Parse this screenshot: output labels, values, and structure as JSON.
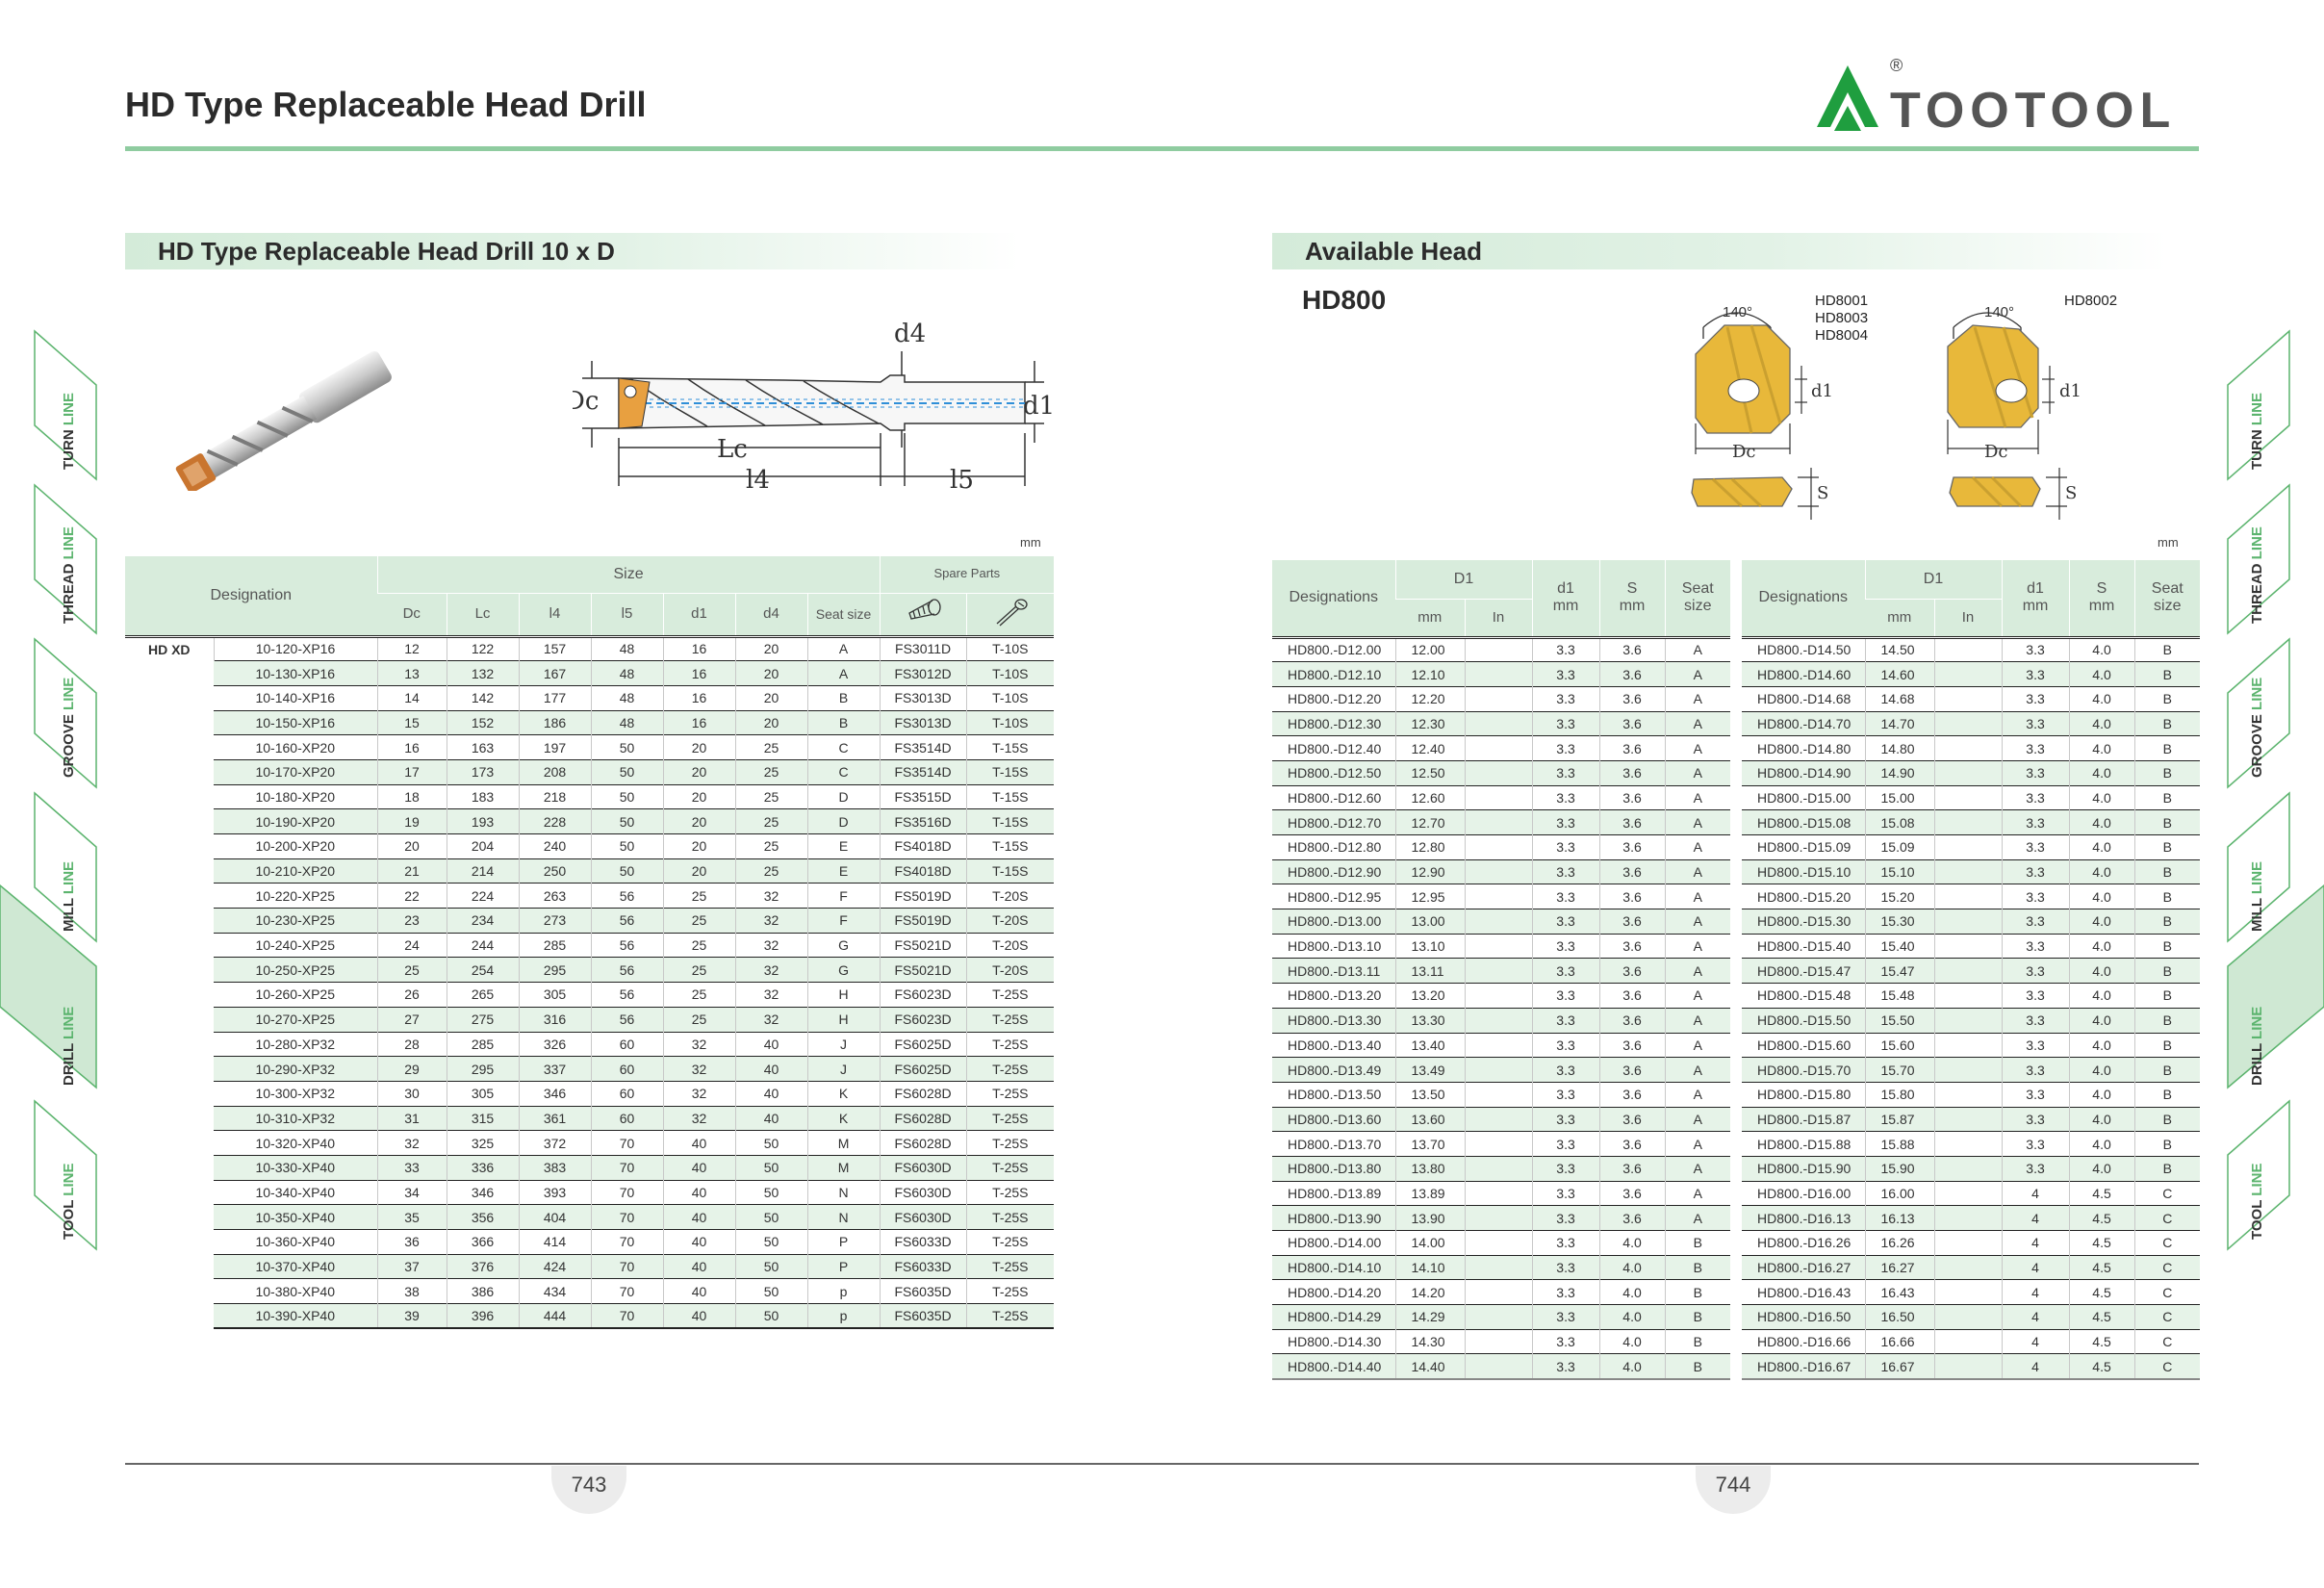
{
  "header": {
    "title": "HD Type Replaceable Head Drill",
    "logo_text": "TOOTOOL",
    "registered": "®"
  },
  "left": {
    "section_title": "HD Type Replaceable Head Drill 10 x D",
    "unit": "mm",
    "diagram_labels": {
      "d4": "d4",
      "dc": "Dc",
      "d1": "d1",
      "lc": "Lc",
      "l4": "l4",
      "l5": "l5"
    },
    "table": {
      "headers": {
        "designation": "Designation",
        "size": "Size",
        "spare": "Spare Parts",
        "cols": [
          "Dc",
          "Lc",
          "l4",
          "l5",
          "d1",
          "d4",
          "Seat size"
        ]
      },
      "group_label": "HD XD",
      "rows": [
        [
          "10-120-XP16",
          "12",
          "122",
          "157",
          "48",
          "16",
          "20",
          "A",
          "FS3011D",
          "T-10S"
        ],
        [
          "10-130-XP16",
          "13",
          "132",
          "167",
          "48",
          "16",
          "20",
          "A",
          "FS3012D",
          "T-10S"
        ],
        [
          "10-140-XP16",
          "14",
          "142",
          "177",
          "48",
          "16",
          "20",
          "B",
          "FS3013D",
          "T-10S"
        ],
        [
          "10-150-XP16",
          "15",
          "152",
          "186",
          "48",
          "16",
          "20",
          "B",
          "FS3013D",
          "T-10S"
        ],
        [
          "10-160-XP20",
          "16",
          "163",
          "197",
          "50",
          "20",
          "25",
          "C",
          "FS3514D",
          "T-15S"
        ],
        [
          "10-170-XP20",
          "17",
          "173",
          "208",
          "50",
          "20",
          "25",
          "C",
          "FS3514D",
          "T-15S"
        ],
        [
          "10-180-XP20",
          "18",
          "183",
          "218",
          "50",
          "20",
          "25",
          "D",
          "FS3515D",
          "T-15S"
        ],
        [
          "10-190-XP20",
          "19",
          "193",
          "228",
          "50",
          "20",
          "25",
          "D",
          "FS3516D",
          "T-15S"
        ],
        [
          "10-200-XP20",
          "20",
          "204",
          "240",
          "50",
          "20",
          "25",
          "E",
          "FS4018D",
          "T-15S"
        ],
        [
          "10-210-XP20",
          "21",
          "214",
          "250",
          "50",
          "20",
          "25",
          "E",
          "FS4018D",
          "T-15S"
        ],
        [
          "10-220-XP25",
          "22",
          "224",
          "263",
          "56",
          "25",
          "32",
          "F",
          "FS5019D",
          "T-20S"
        ],
        [
          "10-230-XP25",
          "23",
          "234",
          "273",
          "56",
          "25",
          "32",
          "F",
          "FS5019D",
          "T-20S"
        ],
        [
          "10-240-XP25",
          "24",
          "244",
          "285",
          "56",
          "25",
          "32",
          "G",
          "FS5021D",
          "T-20S"
        ],
        [
          "10-250-XP25",
          "25",
          "254",
          "295",
          "56",
          "25",
          "32",
          "G",
          "FS5021D",
          "T-20S"
        ],
        [
          "10-260-XP25",
          "26",
          "265",
          "305",
          "56",
          "25",
          "32",
          "H",
          "FS6023D",
          "T-25S"
        ],
        [
          "10-270-XP25",
          "27",
          "275",
          "316",
          "56",
          "25",
          "32",
          "H",
          "FS6023D",
          "T-25S"
        ],
        [
          "10-280-XP32",
          "28",
          "285",
          "326",
          "60",
          "32",
          "40",
          "J",
          "FS6025D",
          "T-25S"
        ],
        [
          "10-290-XP32",
          "29",
          "295",
          "337",
          "60",
          "32",
          "40",
          "J",
          "FS6025D",
          "T-25S"
        ],
        [
          "10-300-XP32",
          "30",
          "305",
          "346",
          "60",
          "32",
          "40",
          "K",
          "FS6028D",
          "T-25S"
        ],
        [
          "10-310-XP32",
          "31",
          "315",
          "361",
          "60",
          "32",
          "40",
          "K",
          "FS6028D",
          "T-25S"
        ],
        [
          "10-320-XP40",
          "32",
          "325",
          "372",
          "70",
          "40",
          "50",
          "M",
          "FS6028D",
          "T-25S"
        ],
        [
          "10-330-XP40",
          "33",
          "336",
          "383",
          "70",
          "40",
          "50",
          "M",
          "FS6030D",
          "T-25S"
        ],
        [
          "10-340-XP40",
          "34",
          "346",
          "393",
          "70",
          "40",
          "50",
          "N",
          "FS6030D",
          "T-25S"
        ],
        [
          "10-350-XP40",
          "35",
          "356",
          "404",
          "70",
          "40",
          "50",
          "N",
          "FS6030D",
          "T-25S"
        ],
        [
          "10-360-XP40",
          "36",
          "366",
          "414",
          "70",
          "40",
          "50",
          "P",
          "FS6033D",
          "T-25S"
        ],
        [
          "10-370-XP40",
          "37",
          "376",
          "424",
          "70",
          "40",
          "50",
          "P",
          "FS6033D",
          "T-25S"
        ],
        [
          "10-380-XP40",
          "38",
          "386",
          "434",
          "70",
          "40",
          "50",
          "p",
          "FS6035D",
          "T-25S"
        ],
        [
          "10-390-XP40",
          "39",
          "396",
          "444",
          "70",
          "40",
          "50",
          "p",
          "FS6035D",
          "T-25S"
        ]
      ]
    },
    "page_number": "743"
  },
  "right": {
    "section_title": "Available Head",
    "sub_title": "HD800",
    "unit": "mm",
    "head1": {
      "models": [
        "HD8001",
        "HD8003",
        "HD8004"
      ],
      "angle": "140°",
      "d1": "d1",
      "dc": "Dc",
      "s": "S"
    },
    "head2": {
      "models": [
        "HD8002"
      ],
      "angle": "140°",
      "d1": "d1",
      "dc": "Dc",
      "s": "S"
    },
    "table_headers": {
      "designations": "Designations",
      "d1_group": "D1",
      "mm": "mm",
      "in": "In",
      "d1": "d1",
      "s": "S",
      "seat": "Seat",
      "size": "size",
      "unit_mm": "mm"
    },
    "table_a": [
      [
        "HD800.-D12.00",
        "12.00",
        "",
        "3.3",
        "3.6",
        "A"
      ],
      [
        "HD800.-D12.10",
        "12.10",
        "",
        "3.3",
        "3.6",
        "A"
      ],
      [
        "HD800.-D12.20",
        "12.20",
        "",
        "3.3",
        "3.6",
        "A"
      ],
      [
        "HD800.-D12.30",
        "12.30",
        "",
        "3.3",
        "3.6",
        "A"
      ],
      [
        "HD800.-D12.40",
        "12.40",
        "",
        "3.3",
        "3.6",
        "A"
      ],
      [
        "HD800.-D12.50",
        "12.50",
        "",
        "3.3",
        "3.6",
        "A"
      ],
      [
        "HD800.-D12.60",
        "12.60",
        "",
        "3.3",
        "3.6",
        "A"
      ],
      [
        "HD800.-D12.70",
        "12.70",
        "",
        "3.3",
        "3.6",
        "A"
      ],
      [
        "HD800.-D12.80",
        "12.80",
        "",
        "3.3",
        "3.6",
        "A"
      ],
      [
        "HD800.-D12.90",
        "12.90",
        "",
        "3.3",
        "3.6",
        "A"
      ],
      [
        "HD800.-D12.95",
        "12.95",
        "",
        "3.3",
        "3.6",
        "A"
      ],
      [
        "HD800.-D13.00",
        "13.00",
        "",
        "3.3",
        "3.6",
        "A"
      ],
      [
        "HD800.-D13.10",
        "13.10",
        "",
        "3.3",
        "3.6",
        "A"
      ],
      [
        "HD800.-D13.11",
        "13.11",
        "",
        "3.3",
        "3.6",
        "A"
      ],
      [
        "HD800.-D13.20",
        "13.20",
        "",
        "3.3",
        "3.6",
        "A"
      ],
      [
        "HD800.-D13.30",
        "13.30",
        "",
        "3.3",
        "3.6",
        "A"
      ],
      [
        "HD800.-D13.40",
        "13.40",
        "",
        "3.3",
        "3.6",
        "A"
      ],
      [
        "HD800.-D13.49",
        "13.49",
        "",
        "3.3",
        "3.6",
        "A"
      ],
      [
        "HD800.-D13.50",
        "13.50",
        "",
        "3.3",
        "3.6",
        "A"
      ],
      [
        "HD800.-D13.60",
        "13.60",
        "",
        "3.3",
        "3.6",
        "A"
      ],
      [
        "HD800.-D13.70",
        "13.70",
        "",
        "3.3",
        "3.6",
        "A"
      ],
      [
        "HD800.-D13.80",
        "13.80",
        "",
        "3.3",
        "3.6",
        "A"
      ],
      [
        "HD800.-D13.89",
        "13.89",
        "",
        "3.3",
        "3.6",
        "A"
      ],
      [
        "HD800.-D13.90",
        "13.90",
        "",
        "3.3",
        "3.6",
        "A"
      ],
      [
        "HD800.-D14.00",
        "14.00",
        "",
        "3.3",
        "4.0",
        "B"
      ],
      [
        "HD800.-D14.10",
        "14.10",
        "",
        "3.3",
        "4.0",
        "B"
      ],
      [
        "HD800.-D14.20",
        "14.20",
        "",
        "3.3",
        "4.0",
        "B"
      ],
      [
        "HD800.-D14.29",
        "14.29",
        "",
        "3.3",
        "4.0",
        "B"
      ],
      [
        "HD800.-D14.30",
        "14.30",
        "",
        "3.3",
        "4.0",
        "B"
      ],
      [
        "HD800.-D14.40",
        "14.40",
        "",
        "3.3",
        "4.0",
        "B"
      ]
    ],
    "table_b": [
      [
        "HD800.-D14.50",
        "14.50",
        "",
        "3.3",
        "4.0",
        "B"
      ],
      [
        "HD800.-D14.60",
        "14.60",
        "",
        "3.3",
        "4.0",
        "B"
      ],
      [
        "HD800.-D14.68",
        "14.68",
        "",
        "3.3",
        "4.0",
        "B"
      ],
      [
        "HD800.-D14.70",
        "14.70",
        "",
        "3.3",
        "4.0",
        "B"
      ],
      [
        "HD800.-D14.80",
        "14.80",
        "",
        "3.3",
        "4.0",
        "B"
      ],
      [
        "HD800.-D14.90",
        "14.90",
        "",
        "3.3",
        "4.0",
        "B"
      ],
      [
        "HD800.-D15.00",
        "15.00",
        "",
        "3.3",
        "4.0",
        "B"
      ],
      [
        "HD800.-D15.08",
        "15.08",
        "",
        "3.3",
        "4.0",
        "B"
      ],
      [
        "HD800.-D15.09",
        "15.09",
        "",
        "3.3",
        "4.0",
        "B"
      ],
      [
        "HD800.-D15.10",
        "15.10",
        "",
        "3.3",
        "4.0",
        "B"
      ],
      [
        "HD800.-D15.20",
        "15.20",
        "",
        "3.3",
        "4.0",
        "B"
      ],
      [
        "HD800.-D15.30",
        "15.30",
        "",
        "3.3",
        "4.0",
        "B"
      ],
      [
        "HD800.-D15.40",
        "15.40",
        "",
        "3.3",
        "4.0",
        "B"
      ],
      [
        "HD800.-D15.47",
        "15.47",
        "",
        "3.3",
        "4.0",
        "B"
      ],
      [
        "HD800.-D15.48",
        "15.48",
        "",
        "3.3",
        "4.0",
        "B"
      ],
      [
        "HD800.-D15.50",
        "15.50",
        "",
        "3.3",
        "4.0",
        "B"
      ],
      [
        "HD800.-D15.60",
        "15.60",
        "",
        "3.3",
        "4.0",
        "B"
      ],
      [
        "HD800.-D15.70",
        "15.70",
        "",
        "3.3",
        "4.0",
        "B"
      ],
      [
        "HD800.-D15.80",
        "15.80",
        "",
        "3.3",
        "4.0",
        "B"
      ],
      [
        "HD800.-D15.87",
        "15.87",
        "",
        "3.3",
        "4.0",
        "B"
      ],
      [
        "HD800.-D15.88",
        "15.88",
        "",
        "3.3",
        "4.0",
        "B"
      ],
      [
        "HD800.-D15.90",
        "15.90",
        "",
        "3.3",
        "4.0",
        "B"
      ],
      [
        "HD800.-D16.00",
        "16.00",
        "",
        "4",
        "4.5",
        "C"
      ],
      [
        "HD800.-D16.13",
        "16.13",
        "",
        "4",
        "4.5",
        "C"
      ],
      [
        "HD800.-D16.26",
        "16.26",
        "",
        "4",
        "4.5",
        "C"
      ],
      [
        "HD800.-D16.27",
        "16.27",
        "",
        "4",
        "4.5",
        "C"
      ],
      [
        "HD800.-D16.43",
        "16.43",
        "",
        "4",
        "4.5",
        "C"
      ],
      [
        "HD800.-D16.50",
        "16.50",
        "",
        "4",
        "4.5",
        "C"
      ],
      [
        "HD800.-D16.66",
        "16.66",
        "",
        "4",
        "4.5",
        "C"
      ],
      [
        "HD800.-D16.67",
        "16.67",
        "",
        "4",
        "4.5",
        "C"
      ]
    ],
    "page_number": "744"
  },
  "side_tabs": [
    {
      "word": "TURN",
      "suffix": "LINE"
    },
    {
      "word": "THREAD",
      "suffix": "LINE"
    },
    {
      "word": "GROOVE",
      "suffix": "LINE"
    },
    {
      "word": "MILL",
      "suffix": "LINE"
    },
    {
      "word": "DRILL",
      "suffix": "LINE"
    },
    {
      "word": "TOOL",
      "suffix": "LINE"
    }
  ],
  "active_tab": "DRILL",
  "colors": {
    "accent": "#5cb46e",
    "header_fill": "#d8ecdc",
    "row_fill": "#e6f3e8",
    "insert_gold": "#e8b83a"
  }
}
